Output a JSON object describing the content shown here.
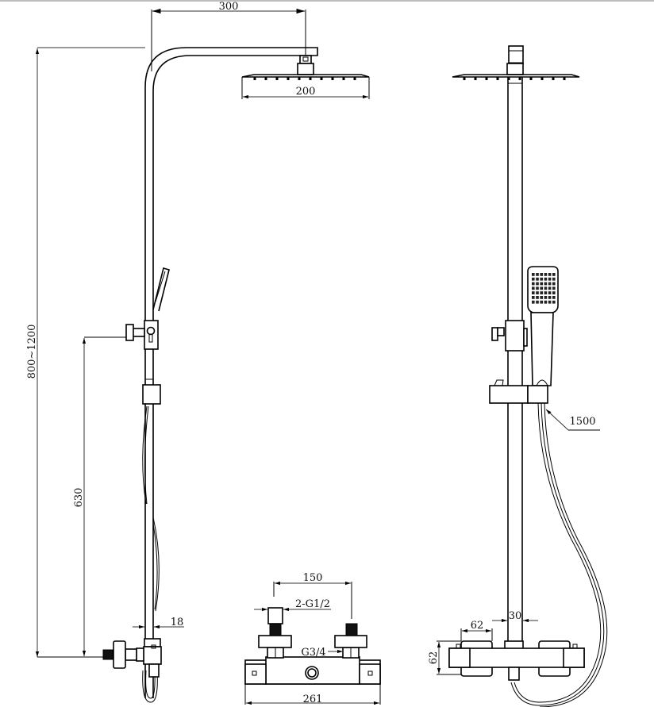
{
  "drawing": {
    "title": "Thermostatic shower column technical drawing",
    "views": [
      "side-view",
      "front-view",
      "valve-top-view"
    ],
    "dimensions": {
      "arm_length": "300",
      "head_width": "200",
      "total_height": "800~1200",
      "valve_height": "630",
      "pipe_diameter_side": "18",
      "inlet_spacing": "150",
      "inlet_thread": "2-G1/2",
      "outlet_thread": "G3/4",
      "valve_width": "261",
      "handle_width": "62",
      "handle_height": "62",
      "pipe_diameter_front": "30",
      "hose_length": "1500"
    },
    "colors": {
      "line": "#000000",
      "dimension_line": "#777777",
      "background": "#ffffff"
    }
  }
}
